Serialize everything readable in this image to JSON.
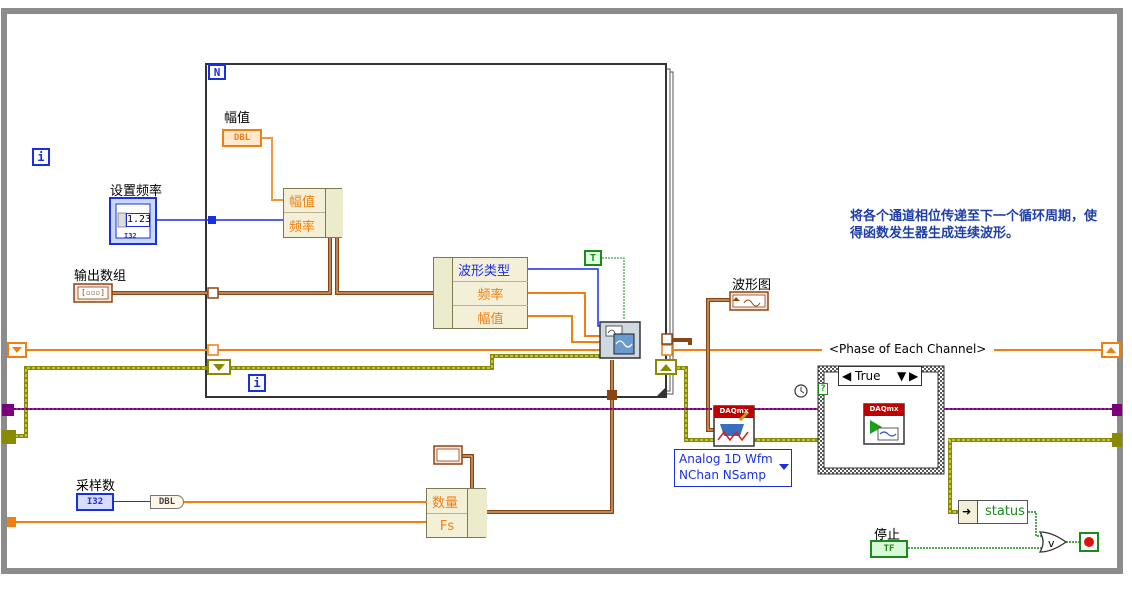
{
  "loop_counters": {
    "outer_iteration": "i",
    "inner_iteration": "i",
    "inner_count": "N"
  },
  "controls": {
    "set_frequency": {
      "label": "设置频率",
      "value": "1.23",
      "type": "I32"
    },
    "output_array": {
      "label": "输出数组",
      "type": "[▫▫▫]"
    },
    "amplitude": {
      "label": "幅值",
      "type": "DBL"
    },
    "sample_count": {
      "label": "采样数",
      "type": "I32"
    },
    "stop": {
      "label": "停止",
      "type": "TF"
    }
  },
  "nodes": {
    "bundle_top": {
      "rows": [
        "幅值",
        "频率"
      ]
    },
    "bundle_wave": {
      "rows": [
        "波形类型",
        "频率",
        "幅值"
      ]
    },
    "bundle_timing": {
      "rows": [
        "数量",
        "Fs"
      ]
    },
    "true_constant": "T",
    "dbl_convert": "DBL",
    "daqmx_write_banner": "DAQmx",
    "daqmx_start_banner": "DAQmx",
    "polymorphic_selector": [
      "Analog 1D Wfm",
      "NChan NSamp"
    ],
    "case_selector": "True",
    "status_unbundle": "status",
    "shift_register_label": "<Phase of Each Channel>",
    "error_probe": "?"
  },
  "indicators": {
    "waveform_graph": {
      "label": "波形图"
    }
  },
  "comment": "将各个通道相位传递至下一个循环周期，使得函数发生器生成连续波形。",
  "colors": {
    "orange_dbl": "#f07f10",
    "blue_int": "#1a2fe0",
    "brown_cluster": "#8b4513",
    "olive_error": "#8a8a00",
    "green_bool": "#1a8a1a",
    "purple_task": "#7a007a",
    "pink_waveform": "#c04050"
  }
}
